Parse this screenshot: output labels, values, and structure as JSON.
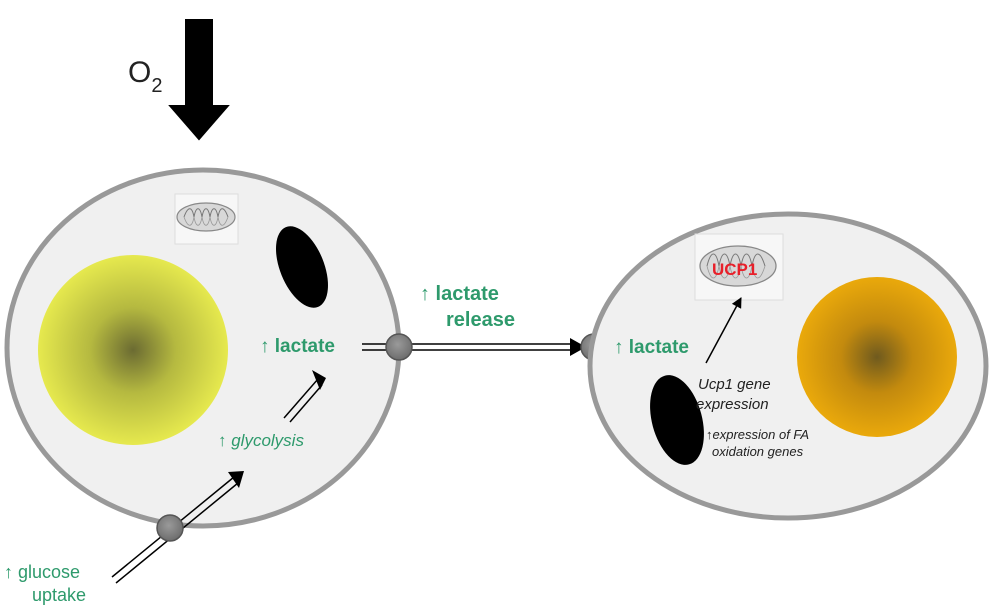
{
  "oxygen": {
    "letter": "O",
    "subscript": "2"
  },
  "left_cell": {
    "lactate_label": "↑ lactate",
    "glycolysis_label": "↑ glycolysis",
    "glucose_line1": "↑ glucose",
    "glucose_line2": "uptake"
  },
  "transfer": {
    "release_line1": "↑ lactate",
    "release_line2": "release"
  },
  "right_cell": {
    "lactate_label": "↑ lactate",
    "ucp1_label": "UCP1",
    "ucp1_expression_line1": "Ucp1 gene",
    "ucp1_expression_line2": "expression",
    "fa_line1": "↑expression of FA",
    "fa_line2": "oxidation genes"
  },
  "colors": {
    "text_green": "#2e9a6c",
    "ucp1_red": "#e8202a",
    "cell_fill": "#f0f0f0",
    "cell_border": "#999999",
    "left_nucleus": "#e4e64a",
    "right_nucleus": "#e8a80a"
  }
}
